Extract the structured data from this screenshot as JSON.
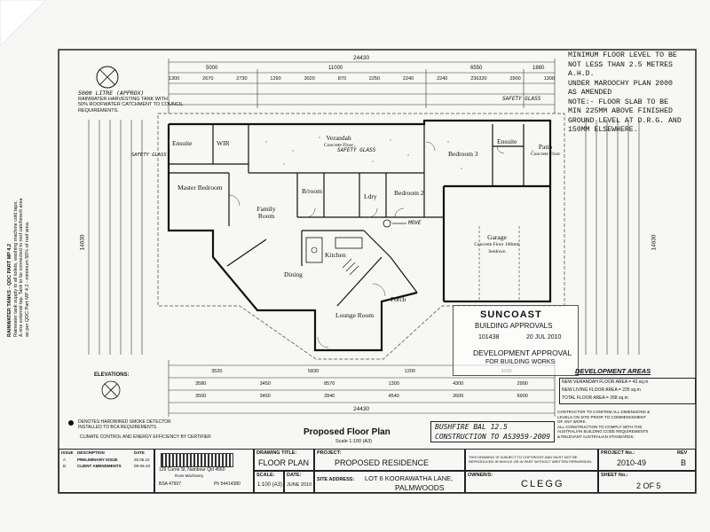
{
  "notes": {
    "floor_level": [
      "MINIMUM FLOOR LEVEL TO BE",
      "NOT LESS THAN 2.5 METRES A.H.D.",
      "UNDER MAROOCHY PLAN 2000",
      "AS AMENDED",
      "NOTE:- FLOOR SLAB TO BE",
      "MIN 225MM ABOVE FINISHED",
      "GROUND LEVEL AT D.R.G. AND",
      "150MM ELSEWHERE."
    ],
    "tank": [
      "5000 LITRE (APPROX)",
      "RAINWATER HARVESTING TANK WITH",
      "50% ROOFWATER CATCHMENT TO COUNCIL",
      "REQUIREMENTS."
    ],
    "safety_glass_1": "SAFETY GLASS",
    "safety_glass_2": "SAFETY GLASS",
    "safety_glass_3": "SAFETY GLASS",
    "move": "MOVE",
    "bushfire": [
      "BUSHFIRE BAL 12.5",
      "CONSTRUCTION TO AS3959-2009"
    ],
    "smoke": [
      "DENOTES HARDWIRED SMOKE DETECTOR",
      "INSTALLED TO BCA REQUIREMENTS"
    ],
    "climate": "CLIMATE CONTROL AND ENERGY EFFICIENCY BY CERTIFIER",
    "contractor": [
      "CONTRACTOR TO CONFIRM ALL DIMENSIONS &",
      "LEVELS ON SITE PRIOR TO COMMENCEMENT",
      "OF ANY WORK.",
      "ALL CONSTRUCTION TO COMPLY WITH THE",
      "AUSTRALIAN BUILDING CODE REQUIREMENTS",
      "& RELEVANT AUSTRALIAN STANDARDS."
    ],
    "elevations": "ELEVATIONS:",
    "side_note": [
      "RAINWATER TANKS - QDC PART MP 4.2",
      "Rainwater tank supply to all toilets, washing machine cold taps,",
      "& one external tap. Tank to be connected to roof catchment area",
      "as per QDC Part MP 4.2 - minimum 50% of roof area."
    ]
  },
  "rooms": {
    "ensuite": "Ensuite",
    "wir": "WIR",
    "master": "Master Bedroom",
    "verandah": "Verandah",
    "verandah_sub": "Concrete Floor",
    "bathroom": "B/room",
    "ldry": "Ldry",
    "bedroom2": "Bedroom 2",
    "bedroom3": "Bedroom 3",
    "ensuite2": "Ensuite",
    "patio": "Patio",
    "patio_sub": "Concrete Floor",
    "family": "Family Room",
    "kitchen": "Kitchen",
    "dining": "Dining",
    "lounge": "Lounge Room",
    "porch": "Porch",
    "garage": "Garage",
    "garage_sub": "Concrete Floor 100mm Setdown"
  },
  "dimensions": {
    "overall_top": "24430",
    "overall_bottom": "24430",
    "top_row_1": [
      "5000",
      "11000",
      "6550",
      "1880"
    ],
    "top_row_2": [
      "1300",
      "2670",
      "2730",
      "1290",
      "3020",
      "870",
      "2250",
      "2240",
      "2240",
      "236320",
      "2900",
      "1300"
    ],
    "bottom_row_1": [
      "3520",
      "5830",
      "1200",
      "3390"
    ],
    "bottom_row_2": [
      "3580",
      "3450",
      "8570",
      "1300",
      "4300",
      "2990"
    ],
    "bottom_row_3": [
      "3500",
      "3450",
      "2840",
      "4540",
      "2600",
      "6900"
    ],
    "left_overall": "14630",
    "right_overall": "14630"
  },
  "stamp": {
    "company": "SUNCOAST",
    "dept": "BUILDING APPROVALS",
    "number": "101438",
    "date": "20 JUL 2010",
    "approval": "DEVELOPMENT APPROVAL",
    "for": "FOR BUILDING WORKS"
  },
  "dev_areas": {
    "title": "DEVELOPMENT AREAS",
    "verandah": "NEW VERANDAH FLOOR AREA = 43 sq.m",
    "living": "NEW LIVING FLOOR AREA = 225 sq.m",
    "total": "TOTAL FLOOR AREA = 268 sq.m"
  },
  "plan_title": "Proposed Floor Plan",
  "plan_scale": "Scale 1:100 (A3)",
  "title_block": {
    "issue_hdr": "ISSUE",
    "desc_hdr": "DESCRIPTION",
    "date_hdr": "DATE",
    "issue_a_id": "A",
    "issue_a": "PRELIMINARY ISSUE",
    "issue_a_date": "26.05.10",
    "issue_b_id": "B",
    "issue_b": "CLIENT AMENDMENTS",
    "issue_b_date": "09-06-10",
    "company_addr": "129 Currie St, Nambour Qld 4560",
    "company_name": "Ross Machinery",
    "bsa": "BSA 47907",
    "phone": "Ph 54414380",
    "drawing_title_lbl": "DRAWING TITLE:",
    "drawing_title": "FLOOR PLAN",
    "project_lbl": "PROJECT:",
    "project": "PROPOSED RESIDENCE",
    "scale_lbl": "SCALE:",
    "scale": "1:100 (A3)",
    "date_lbl": "DATE:",
    "date": "JUNE 2010",
    "site_lbl": "SITE ADDRESS:",
    "site": "LOT 6 KOORAWATHA LANE,",
    "site2": "PALMWOODS",
    "owner_lbl": "OWNER/S:",
    "owner": "CLEGG",
    "copyright": "THIS DRAWING IS SUBJECT TO COPYRIGHT AND MUST NOT BE REPRODUCED IN WHOLE OR IN PART WITHOUT WRITTEN PERMISSION.",
    "project_no_lbl": "PROJECT No.:",
    "project_no": "2010-49",
    "rev_lbl": "REV",
    "rev": "B",
    "sheet_lbl": "SHEET No.:",
    "sheet": "2 OF 5"
  }
}
